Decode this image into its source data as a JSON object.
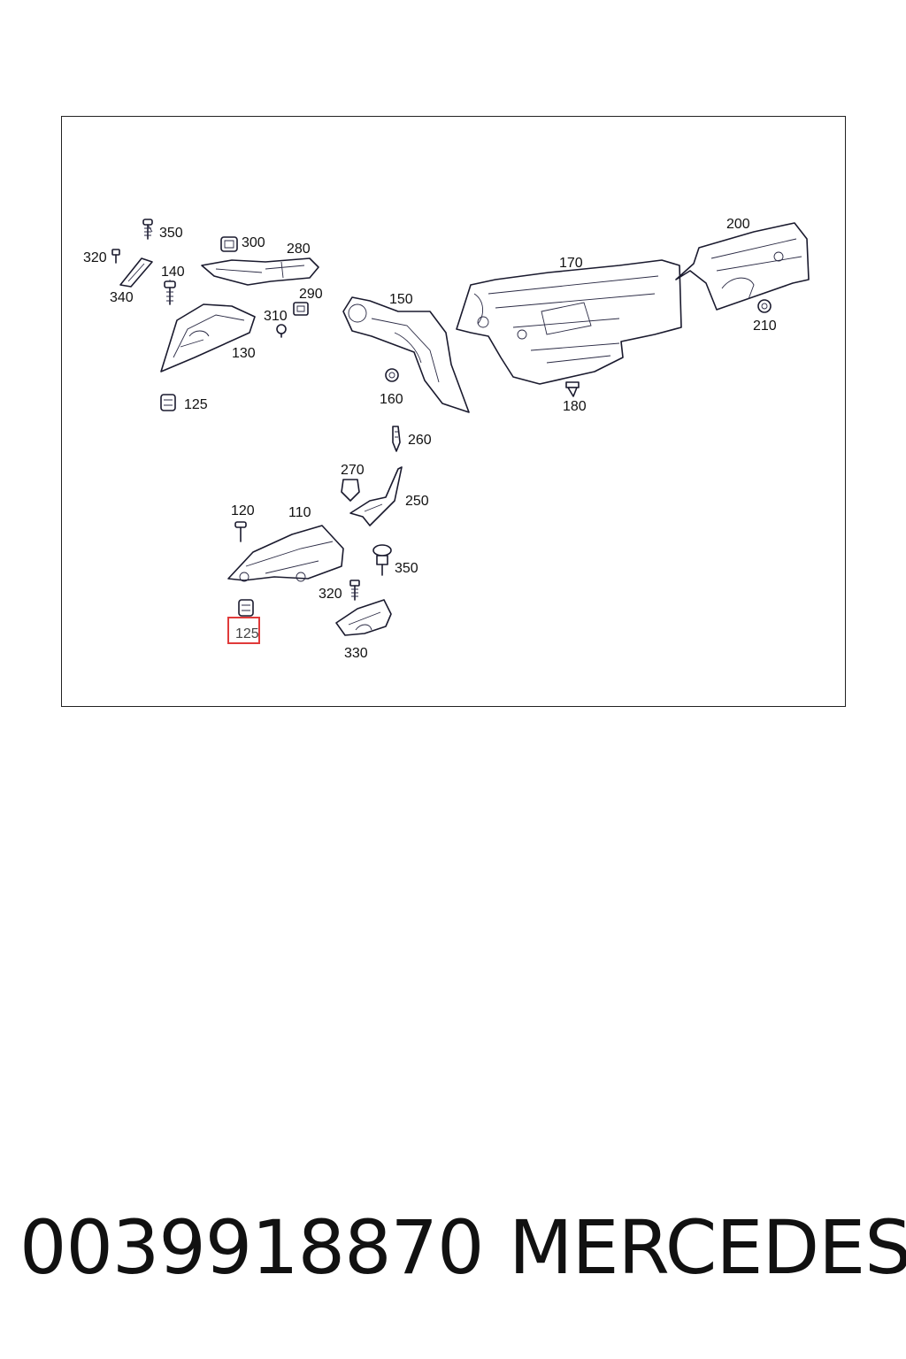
{
  "diagram": {
    "callouts": [
      {
        "id": "350a",
        "text": "350"
      },
      {
        "id": "300",
        "text": "300"
      },
      {
        "id": "280",
        "text": "280"
      },
      {
        "id": "320a",
        "text": "320"
      },
      {
        "id": "140",
        "text": "140"
      },
      {
        "id": "340",
        "text": "340"
      },
      {
        "id": "290",
        "text": "290"
      },
      {
        "id": "310",
        "text": "310"
      },
      {
        "id": "150",
        "text": "150"
      },
      {
        "id": "130",
        "text": "130"
      },
      {
        "id": "125a",
        "text": "125"
      },
      {
        "id": "160",
        "text": "160"
      },
      {
        "id": "170",
        "text": "170"
      },
      {
        "id": "200",
        "text": "200"
      },
      {
        "id": "210",
        "text": "210"
      },
      {
        "id": "180",
        "text": "180"
      },
      {
        "id": "260",
        "text": "260"
      },
      {
        "id": "270",
        "text": "270"
      },
      {
        "id": "250",
        "text": "250"
      },
      {
        "id": "120",
        "text": "120"
      },
      {
        "id": "110",
        "text": "110"
      },
      {
        "id": "350b",
        "text": "350"
      },
      {
        "id": "320b",
        "text": "320"
      },
      {
        "id": "125b",
        "text": "125"
      },
      {
        "id": "330",
        "text": "330"
      }
    ],
    "highlighted_callout": "125",
    "highlight_color": "#e03a3a"
  },
  "footer": {
    "part_number": "0039918870",
    "brand": "MERCEDES"
  }
}
